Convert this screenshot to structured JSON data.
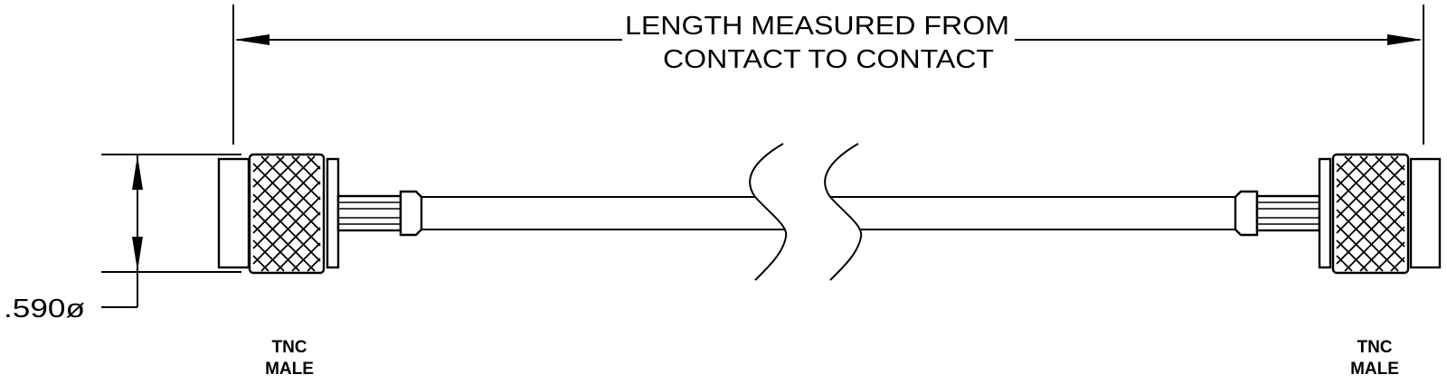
{
  "drawing": {
    "length_note": {
      "line1": "LENGTH  MEASURED  FROM",
      "line2": "CONTACT  TO  CONTACT"
    },
    "diameter_dimension": ".590ø",
    "left_connector": {
      "type": "TNC",
      "gender": "MALE"
    },
    "right_connector": {
      "type": "TNC",
      "gender": "MALE"
    },
    "line_color": "#000000",
    "background_color": "#ffffff"
  }
}
